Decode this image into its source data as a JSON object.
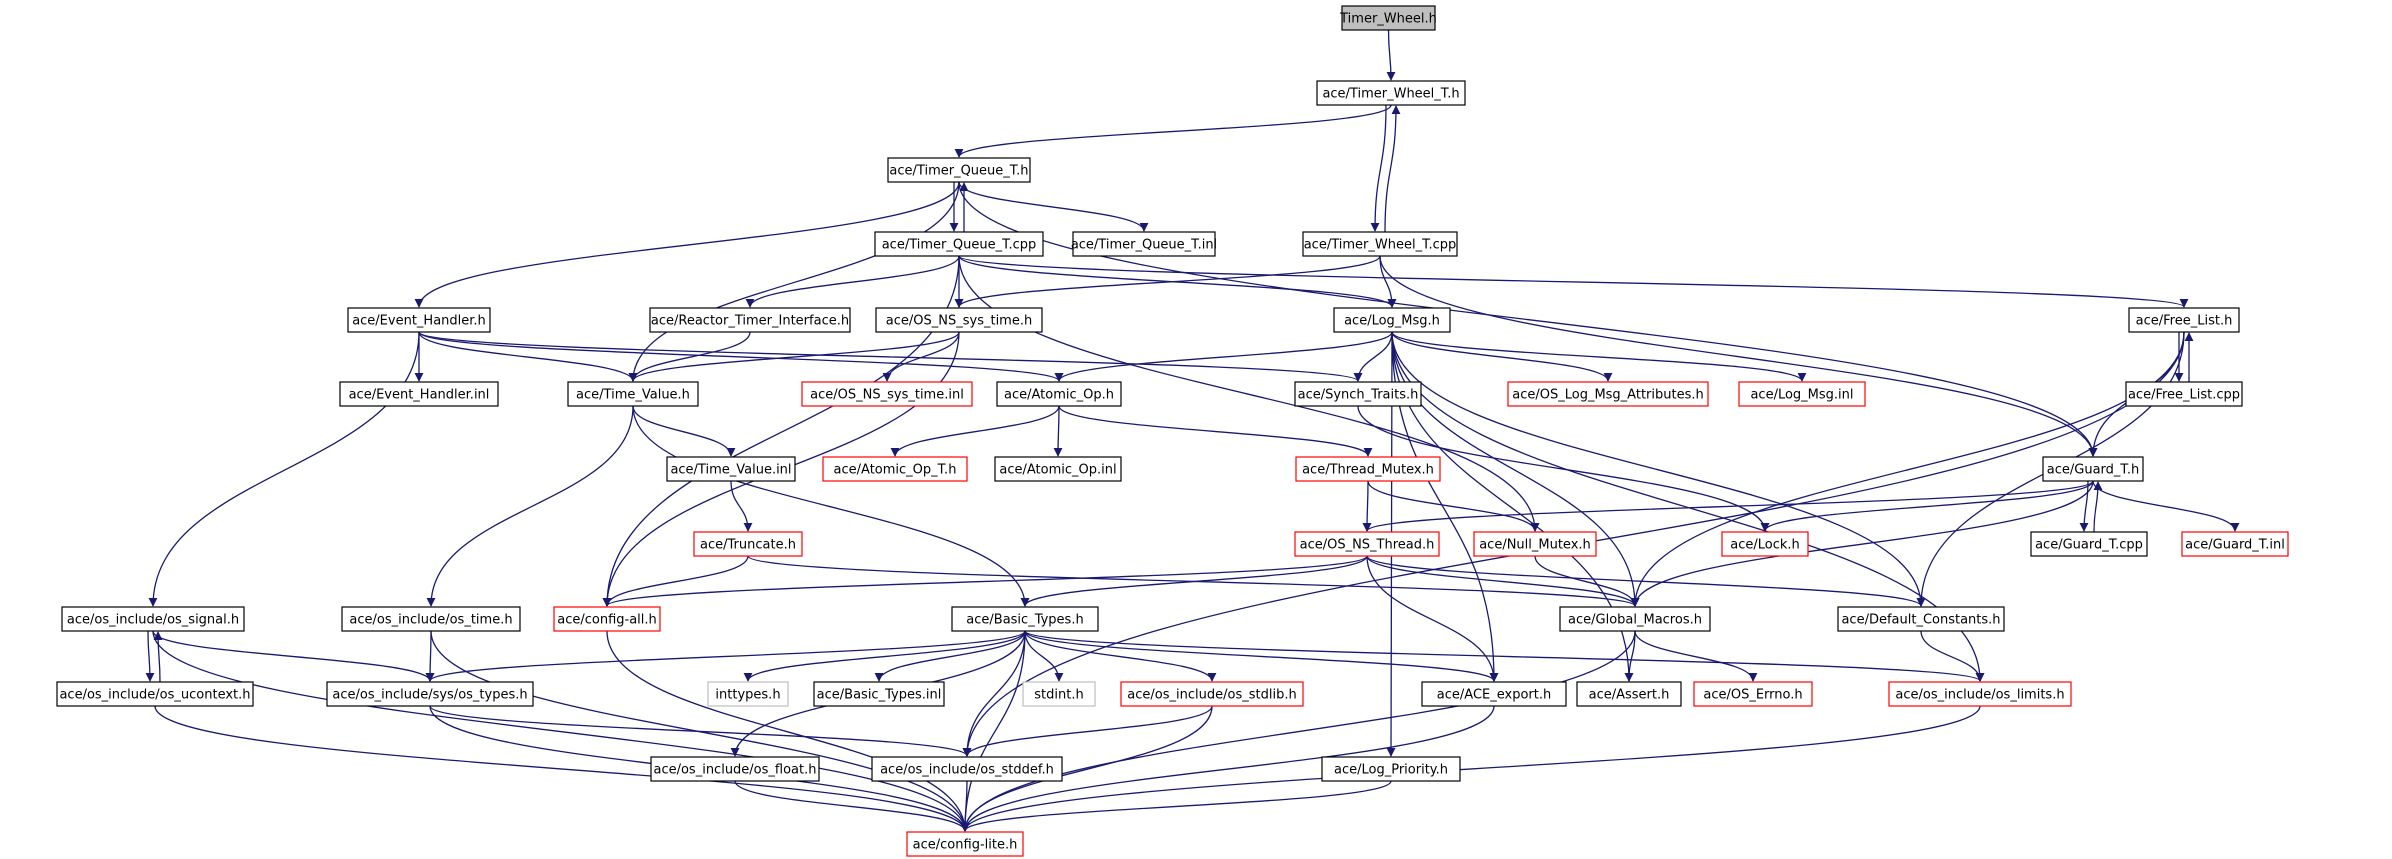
{
  "graph": {
    "root": "Timer_Wheel.h",
    "colors": {
      "edge": "#191970",
      "node_border": "#000000",
      "incomplete_border": "#ff0000",
      "system_border": "#bfbfbf",
      "root_fill": "#bfbfbf"
    },
    "nodes": [
      {
        "id": "n0",
        "label": "Timer_Wheel.h",
        "kind": "root"
      },
      {
        "id": "n1",
        "label": "ace/Timer_Wheel_T.h",
        "kind": "normal"
      },
      {
        "id": "n2",
        "label": "ace/Timer_Queue_T.h",
        "kind": "normal"
      },
      {
        "id": "n3",
        "label": "ace/Timer_Queue_T.cpp",
        "kind": "normal"
      },
      {
        "id": "n4",
        "label": "ace/Timer_Queue_T.inl",
        "kind": "normal"
      },
      {
        "id": "n5",
        "label": "ace/Timer_Wheel_T.cpp",
        "kind": "normal"
      },
      {
        "id": "n6",
        "label": "ace/Event_Handler.h",
        "kind": "normal"
      },
      {
        "id": "n7",
        "label": "ace/Reactor_Timer_Interface.h",
        "kind": "normal"
      },
      {
        "id": "n8",
        "label": "ace/OS_NS_sys_time.h",
        "kind": "normal"
      },
      {
        "id": "n9",
        "label": "ace/Log_Msg.h",
        "kind": "normal"
      },
      {
        "id": "n10",
        "label": "ace/Free_List.h",
        "kind": "normal"
      },
      {
        "id": "n11",
        "label": "ace/Event_Handler.inl",
        "kind": "normal"
      },
      {
        "id": "n12",
        "label": "ace/Time_Value.h",
        "kind": "normal"
      },
      {
        "id": "n13",
        "label": "ace/OS_NS_sys_time.inl",
        "kind": "red"
      },
      {
        "id": "n14",
        "label": "ace/Atomic_Op.h",
        "kind": "normal"
      },
      {
        "id": "n15",
        "label": "ace/Synch_Traits.h",
        "kind": "normal"
      },
      {
        "id": "n16",
        "label": "ace/OS_Log_Msg_Attributes.h",
        "kind": "red"
      },
      {
        "id": "n17",
        "label": "ace/Log_Msg.inl",
        "kind": "red"
      },
      {
        "id": "n18",
        "label": "ace/Free_List.cpp",
        "kind": "normal"
      },
      {
        "id": "n19",
        "label": "ace/Time_Value.inl",
        "kind": "normal"
      },
      {
        "id": "n20",
        "label": "ace/Atomic_Op_T.h",
        "kind": "red"
      },
      {
        "id": "n21",
        "label": "ace/Atomic_Op.inl",
        "kind": "normal"
      },
      {
        "id": "n22",
        "label": "ace/Thread_Mutex.h",
        "kind": "red"
      },
      {
        "id": "n23",
        "label": "ace/Guard_T.h",
        "kind": "normal"
      },
      {
        "id": "n24",
        "label": "ace/Truncate.h",
        "kind": "red"
      },
      {
        "id": "n25",
        "label": "ace/OS_NS_Thread.h",
        "kind": "red"
      },
      {
        "id": "n26",
        "label": "ace/Null_Mutex.h",
        "kind": "red"
      },
      {
        "id": "n27",
        "label": "ace/Lock.h",
        "kind": "red"
      },
      {
        "id": "n28",
        "label": "ace/Guard_T.cpp",
        "kind": "normal"
      },
      {
        "id": "n29",
        "label": "ace/Guard_T.inl",
        "kind": "red"
      },
      {
        "id": "n30",
        "label": "ace/os_include/os_signal.h",
        "kind": "normal"
      },
      {
        "id": "n31",
        "label": "ace/os_include/os_time.h",
        "kind": "normal"
      },
      {
        "id": "n32",
        "label": "ace/config-all.h",
        "kind": "red"
      },
      {
        "id": "n33",
        "label": "ace/Basic_Types.h",
        "kind": "normal"
      },
      {
        "id": "n34",
        "label": "ace/Global_Macros.h",
        "kind": "normal"
      },
      {
        "id": "n35",
        "label": "ace/Default_Constants.h",
        "kind": "normal"
      },
      {
        "id": "n36",
        "label": "ace/os_include/os_ucontext.h",
        "kind": "normal"
      },
      {
        "id": "n37",
        "label": "ace/os_include/sys/os_types.h",
        "kind": "normal"
      },
      {
        "id": "n38",
        "label": "inttypes.h",
        "kind": "grey"
      },
      {
        "id": "n39",
        "label": "ace/Basic_Types.inl",
        "kind": "normal"
      },
      {
        "id": "n40",
        "label": "stdint.h",
        "kind": "grey"
      },
      {
        "id": "n41",
        "label": "ace/os_include/os_stdlib.h",
        "kind": "red"
      },
      {
        "id": "n42",
        "label": "ace/ACE_export.h",
        "kind": "normal"
      },
      {
        "id": "n43",
        "label": "ace/Assert.h",
        "kind": "normal"
      },
      {
        "id": "n44",
        "label": "ace/OS_Errno.h",
        "kind": "red"
      },
      {
        "id": "n45",
        "label": "ace/os_include/os_limits.h",
        "kind": "red"
      },
      {
        "id": "n46",
        "label": "ace/os_include/os_float.h",
        "kind": "normal"
      },
      {
        "id": "n47",
        "label": "ace/os_include/os_stddef.h",
        "kind": "normal"
      },
      {
        "id": "n48",
        "label": "ace/Log_Priority.h",
        "kind": "normal"
      },
      {
        "id": "n49",
        "label": "ace/config-lite.h",
        "kind": "red"
      }
    ]
  }
}
